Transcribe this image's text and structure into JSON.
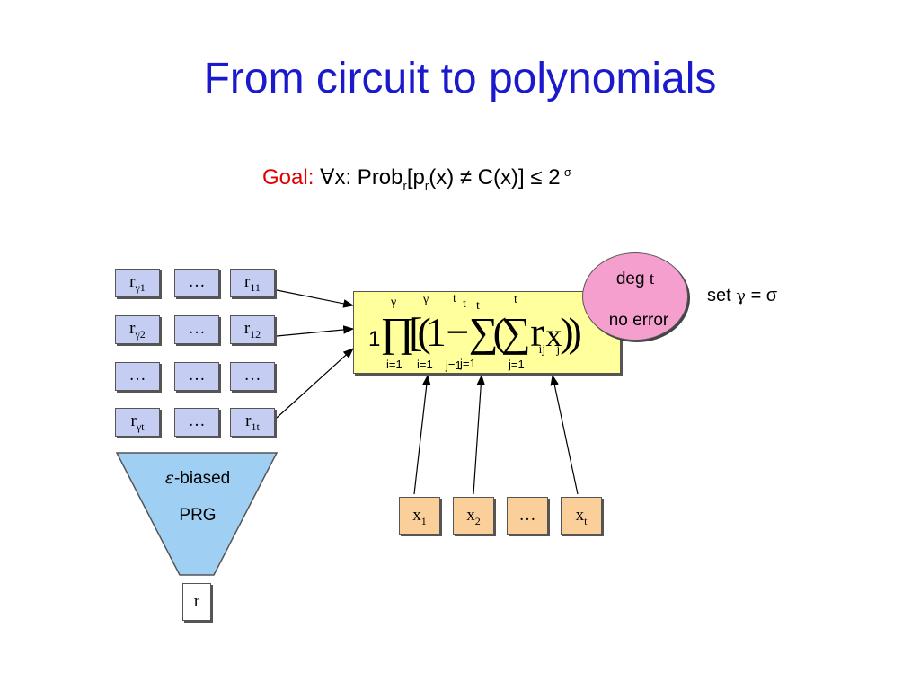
{
  "slide": {
    "title": "From circuit to polynomials",
    "goal": {
      "label": "Goal:",
      "forall": "∀",
      "text1": "x:  Prob",
      "sub_r1": "r",
      "text2": "[p",
      "sub_r2": "r",
      "text3": "(x) ≠ C(x)] ≤ 2",
      "sup": "-σ"
    }
  },
  "seed_grid": {
    "rows": [
      [
        "rγ1",
        "…",
        "r11"
      ],
      [
        "rγ2",
        "…",
        "r12"
      ],
      [
        "…",
        "…",
        "…"
      ],
      [
        "rγt",
        "…",
        "r1t"
      ]
    ]
  },
  "seed_labels": {
    "r_gamma1_base": "r",
    "r_gamma1_sub": "γ1",
    "r_gamma2_base": "r",
    "r_gamma2_sub": "γ2",
    "r_gammat_base": "r",
    "r_gammat_sub": "γt",
    "r11_base": "r",
    "r11_sub": "11",
    "r12_base": "r",
    "r12_sub": "12",
    "r1t_base": "r",
    "r1t_sub": "1t",
    "ellipsis": "…"
  },
  "prg": {
    "epsilon": "ε",
    "line1": "-biased",
    "line2": "PRG",
    "seed": "r"
  },
  "polynomial": {
    "one": "1",
    "expr": "∏[(1 − ∑(∑ r",
    "sub_ij": "ij",
    "x": "x",
    "sub_j": "j",
    "tail": "))",
    "upper_gamma": "γ",
    "upper_t": "t",
    "lower_i": "i=1",
    "lower_j": "j=1"
  },
  "ellipse": {
    "line1": "deg",
    "line1_t": "t",
    "line2": "no error"
  },
  "set_label": {
    "text1": "set ",
    "gamma": "γ",
    "text2": " = σ"
  },
  "inputs": {
    "x1_base": "x",
    "x1_sub": "1",
    "x2_base": "x",
    "x2_sub": "2",
    "ellipsis": "…",
    "xt_base": "x",
    "xt_sub": "t"
  }
}
